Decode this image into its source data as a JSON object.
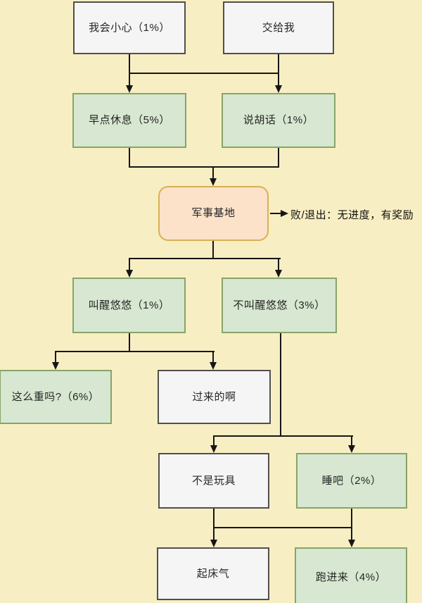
{
  "diagram": {
    "colors": {
      "page_bg": "#f8eec3",
      "white_fill": "#f5f5f5",
      "white_border": "#4f4f4f",
      "green_fill": "#d7e7d1",
      "green_border": "#86a567",
      "orange_fill": "#fbe2c9",
      "orange_border": "#d8b054",
      "line": "#161616",
      "text": "#262626"
    },
    "nodes": {
      "i_will_be_careful": {
        "label": "我会小心（1%）",
        "style": "white"
      },
      "leave_it_to_me": {
        "label": "交给我",
        "style": "white"
      },
      "rest_early": {
        "label": "早点休息（5%）",
        "style": "green"
      },
      "talk_nonsense": {
        "label": "说胡话（1%）",
        "style": "green"
      },
      "military_base": {
        "label": "军事基地",
        "style": "orange"
      },
      "wake_youyou": {
        "label": "叫醒悠悠（1%）",
        "style": "green"
      },
      "dont_wake_youyou": {
        "label": "不叫醒悠悠（3%）",
        "style": "green"
      },
      "is_it_heavy": {
        "label": "这么重吗?（6%）",
        "style": "green"
      },
      "come_over": {
        "label": "过来的啊",
        "style": "white"
      },
      "not_a_toy": {
        "label": "不是玩具",
        "style": "white"
      },
      "sleep": {
        "label": "睡吧（2%）",
        "style": "green"
      },
      "wake_up_grumpy": {
        "label": "起床气",
        "style": "white"
      },
      "run_in": {
        "label": "跑进来（4%）",
        "style": "green"
      }
    },
    "annotation": {
      "label": "败/退出：无进度，有奖励"
    }
  }
}
